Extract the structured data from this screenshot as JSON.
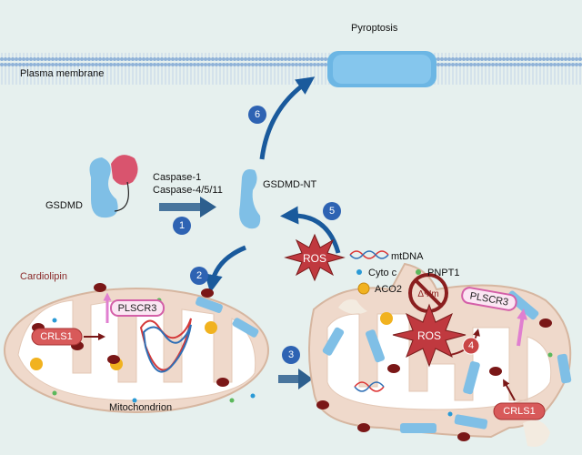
{
  "labels": {
    "pyroptosis": "Pyroptosis",
    "plasma_membrane": "Plasma membrane",
    "gsdmd": "GSDMD",
    "caspase1": "Caspase-1",
    "caspase4511": "Caspase-4/5/11",
    "gsdmd_nt": "GSDMD-NT",
    "mtdna": "mtDNA",
    "cyto_c": "Cyto c",
    "pnpt1": "PNPT1",
    "aco2": "ACO2",
    "ros_left": "ROS",
    "ros_right": "ROS",
    "delta_psi": "ΔΨm",
    "cardiolipin": "Cardiolipin",
    "plscr3_left": "PLSCR3",
    "plscr3_right": "PLSCR3",
    "crls1_left": "CRLS1",
    "crls1_right": "CRLS1",
    "mitochondrion": "Mitochondrion"
  },
  "steps": [
    "1",
    "2",
    "3",
    "4",
    "5",
    "6"
  ],
  "colors": {
    "background": "#e6f0ee",
    "badge": "#2e63b3",
    "arrow": "#1a5a9c",
    "ros": "#b8373d",
    "protein": "#7fbfe6",
    "mito_outer": "#efd9cb",
    "cardiolipin": "#7a1717",
    "plscr3": "#d45fa8",
    "crls1": "#d85a5a"
  }
}
